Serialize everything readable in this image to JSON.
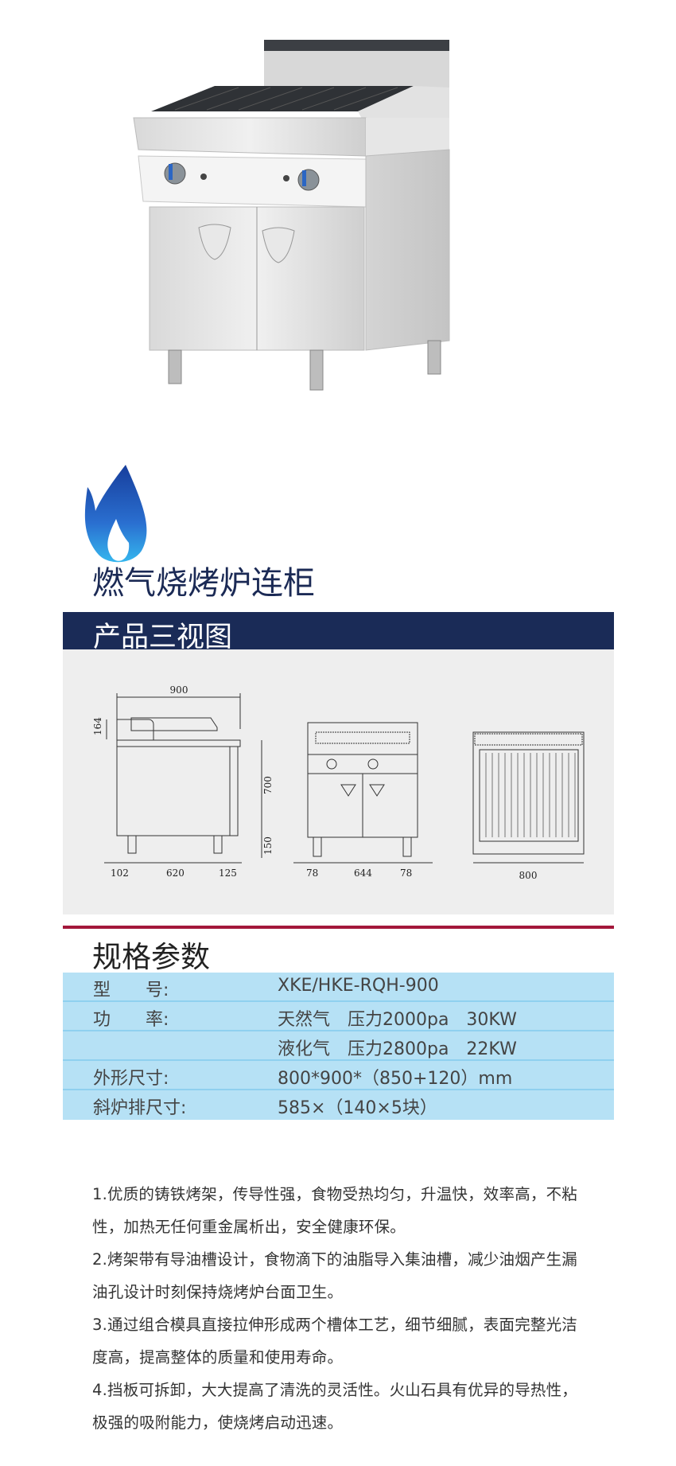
{
  "product": {
    "name": "燃气烧烤炉连柜",
    "image_alt": "gas-grill-with-cabinet-photo"
  },
  "sections": {
    "views_title": "产品三视图",
    "spec_title": "规格参数"
  },
  "diagram": {
    "side_view": {
      "width": "900",
      "backsplash": "164",
      "body_height": "700",
      "leg_height": "150",
      "bottom": [
        "102",
        "620",
        "125"
      ]
    },
    "front_view": {
      "bottom": [
        "78",
        "644",
        "78"
      ]
    },
    "top_view": {
      "width": "800"
    }
  },
  "specs": [
    {
      "label": "型　　号:",
      "value": "XKE/HKE-RQH-900"
    },
    {
      "label": "功　　率:",
      "value": "天然气　压力2000pa　30KW"
    },
    {
      "label": "",
      "value": "液化气　压力2800pa　22KW"
    },
    {
      "label": "外形尺寸:",
      "value": "800*900*（850+120）mm"
    },
    {
      "label": "斜炉排尺寸:",
      "value": "585×（140×5块）"
    }
  ],
  "features": [
    "1.优质的铸铁烤架，传导性强，食物受热均匀，升温快，效率高，不粘",
    "性，加热无任何重金属析出，安全健康环保。",
    "2.烤架带有导油槽设计，食物滴下的油脂导入集油槽，减少油烟产生漏",
    "油孔设计时刻保持烧烤炉台面卫生。",
    "3.通过组合模具直接拉伸形成两个槽体工艺，细节细腻，表面完整光洁",
    "度高，提高整体的质量和使用寿命。",
    "4.挡板可拆卸，大大提高了清洗的灵活性。火山石具有优异的导热性，",
    "极强的吸附能力，使烧烤启动迅速。"
  ],
  "colors": {
    "navy": "#1a2b57",
    "panel_gray": "#eeeeee",
    "accent_red": "#a3173a",
    "table_blue": "#b6e1f5",
    "flame_blue": "#1f5fbf"
  }
}
